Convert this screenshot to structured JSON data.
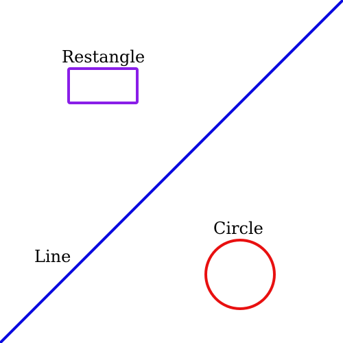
{
  "shapes": {
    "line": {
      "label": "Line",
      "color": "#0a0ae0"
    },
    "rectangle": {
      "label": "Restangle",
      "color": "#8a1ee8"
    },
    "circle": {
      "label": "Circle",
      "color": "#e81010"
    }
  },
  "text_color": "#000000"
}
